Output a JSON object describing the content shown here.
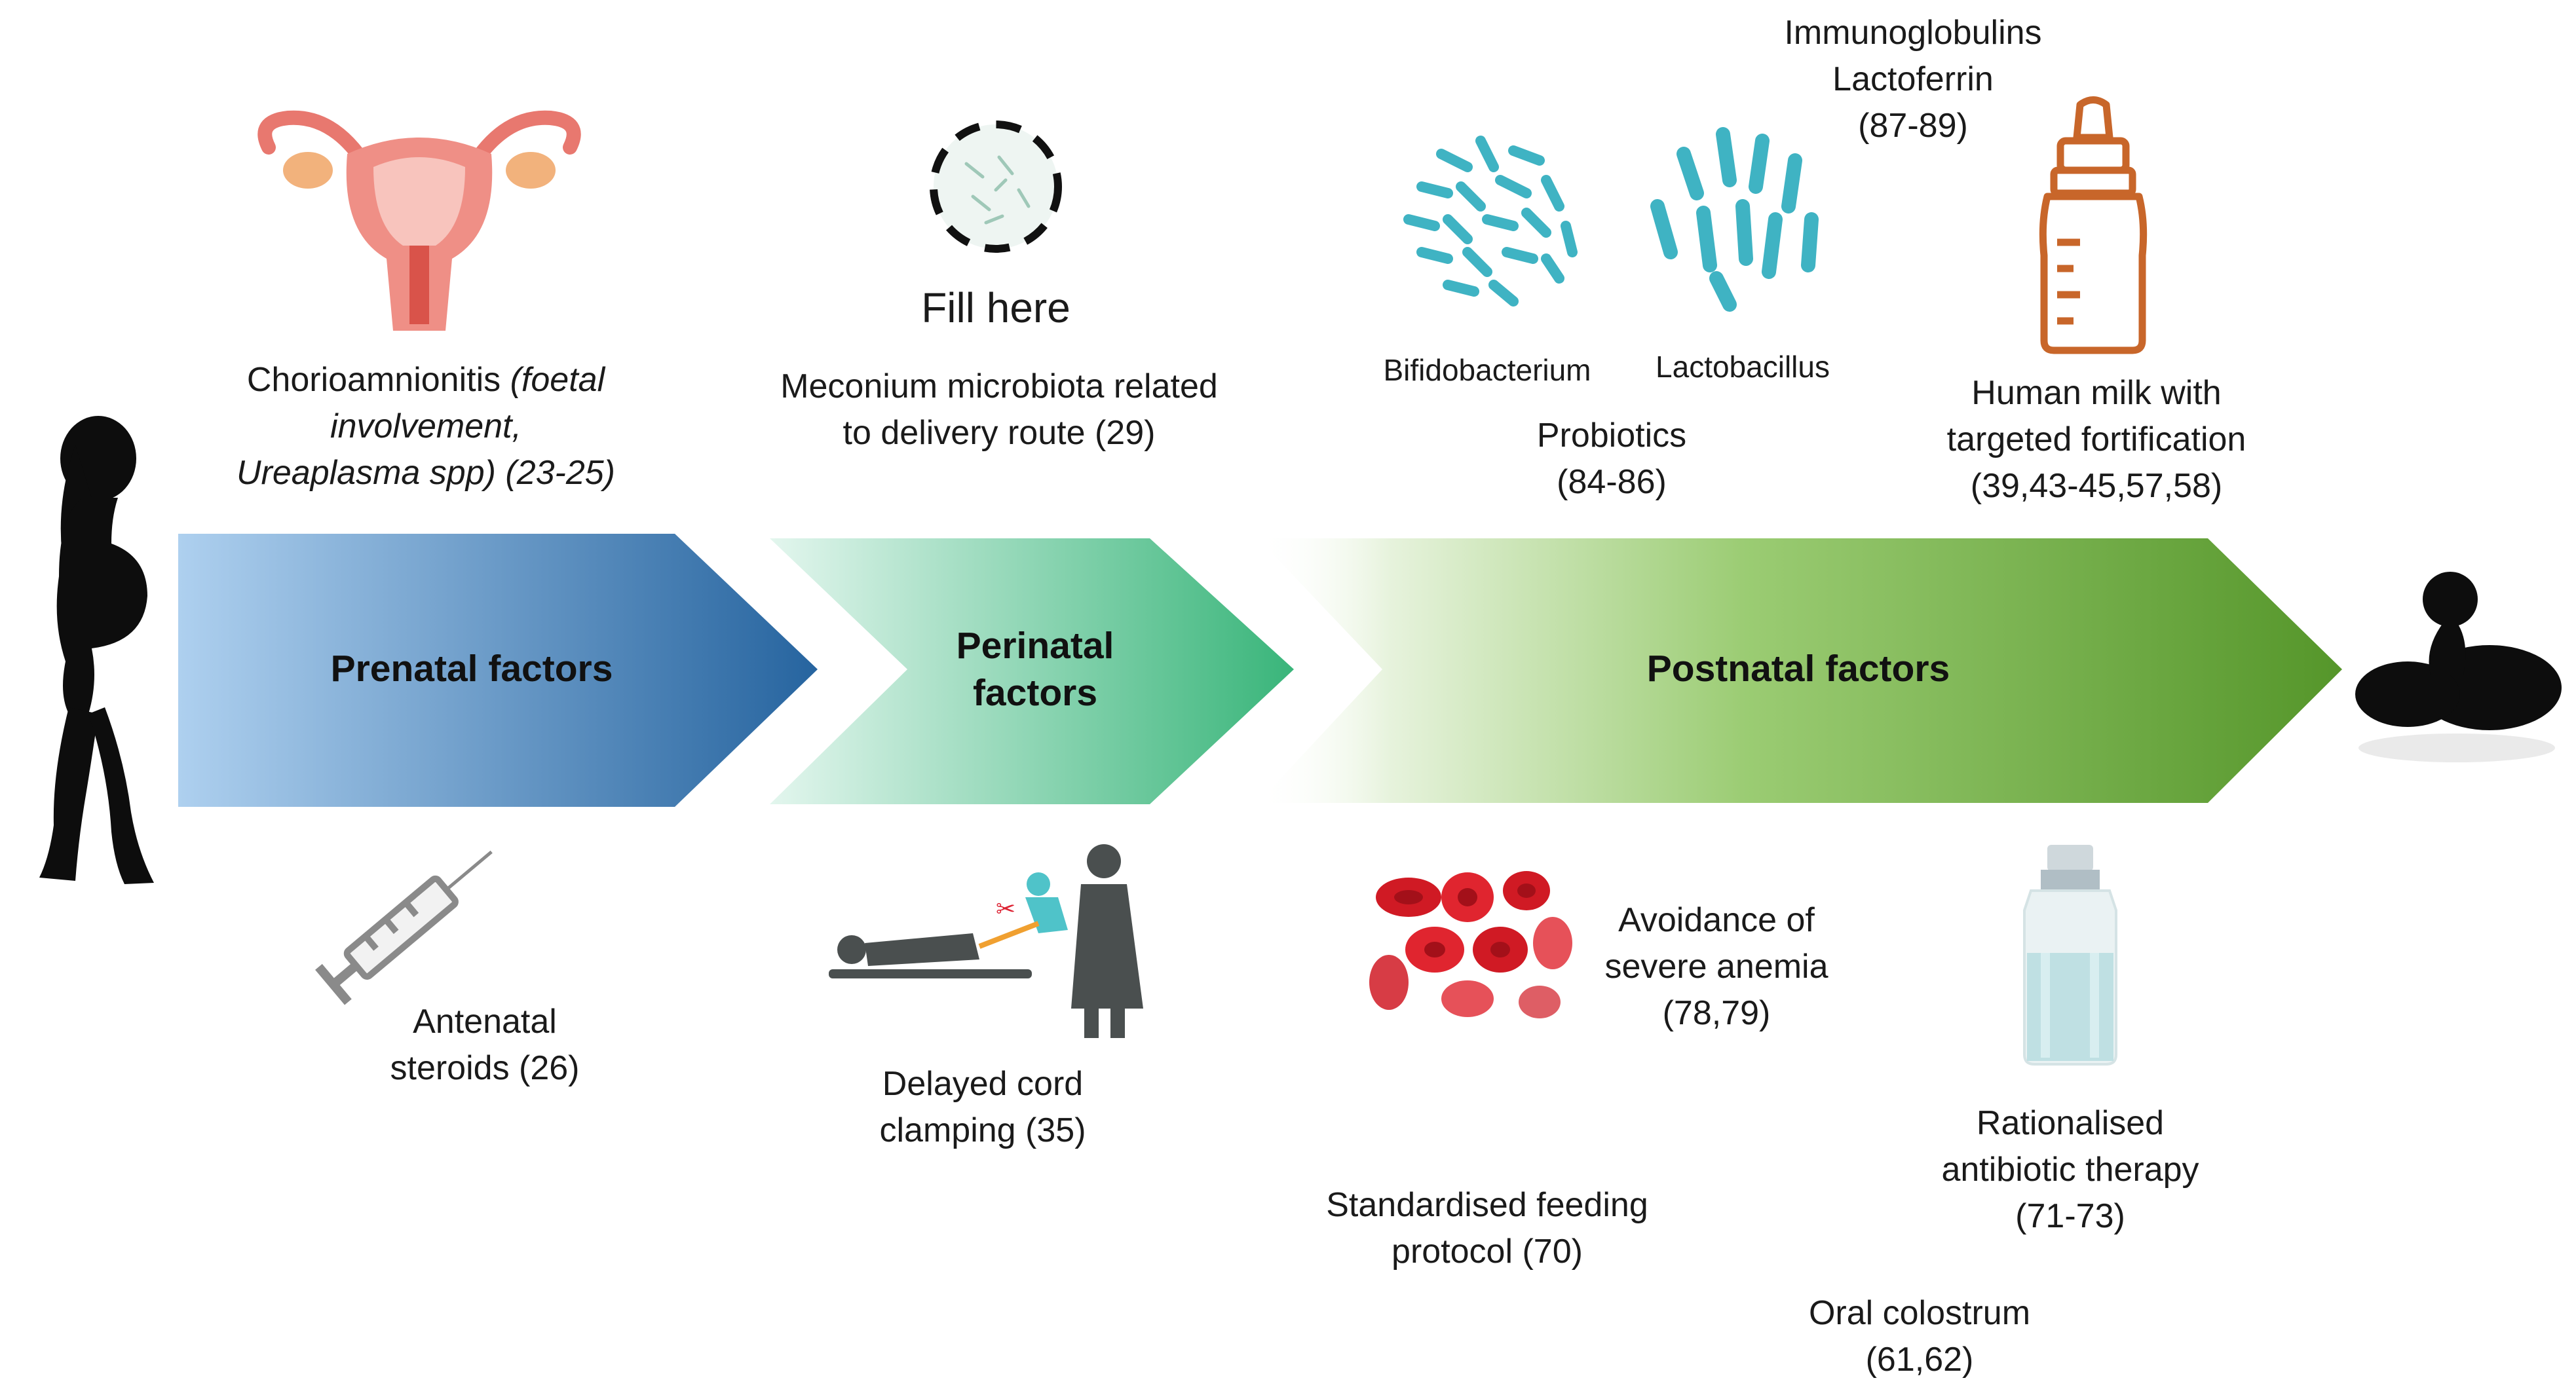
{
  "arrows": {
    "prenatal": "Prenatal factors",
    "perinatal": [
      "Perinatal",
      "factors"
    ],
    "postnatal": "Postnatal factors"
  },
  "top": {
    "chorio": [
      "Chorioamnionitis ",
      "(foetal",
      "involvement,",
      "Ureaplasma spp) (23-25)"
    ],
    "fill_here": "Fill here",
    "meconium": [
      "Meconium microbiota related",
      "to delivery route (29)"
    ],
    "bifido": "Bifidobacterium",
    "lacto": "Lactobacillus",
    "probiotics": [
      "Probiotics",
      "(84-86)"
    ],
    "immuno": [
      "Immunoglobulins",
      "Lactoferrin",
      "(87-89)"
    ],
    "human_milk": [
      "Human milk with",
      "targeted fortification",
      "(39,43-45,57,58)"
    ]
  },
  "bottom": {
    "steroids": [
      "Antenatal",
      "steroids (26)"
    ],
    "cord": [
      "Delayed cord",
      "clamping (35)"
    ],
    "anemia": [
      "Avoidance of",
      "severe anemia",
      "(78,79)"
    ],
    "feeding": [
      "Standardised feeding",
      "protocol  (70)"
    ],
    "antibiotic": [
      "Rationalised",
      "antibiotic therapy",
      "(71-73)"
    ],
    "colostrum": [
      "Oral colostrum",
      "(61,62)"
    ]
  },
  "colors": {
    "prenatal_light": "#a9cdee",
    "prenatal_dark": "#2a6aa6",
    "perinatal_light": "#d6f2e6",
    "perinatal_dark": "#3dba7e",
    "postnatal_dark": "#5a9a2a",
    "uterus": "#e8786f",
    "bacteria": "#3fb3c3",
    "bottle": "#c8662a",
    "blood": "#d01a24"
  }
}
